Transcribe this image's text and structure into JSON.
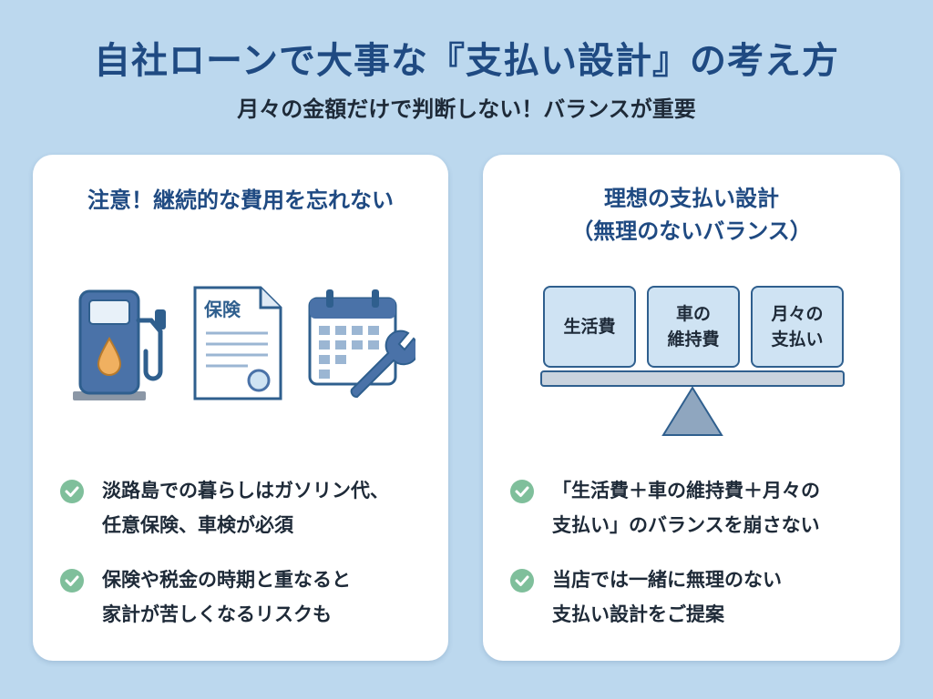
{
  "header": {
    "title": "自社ローンで大事な『支払い設計』の考え方",
    "subtitle": "月々の金額だけで判断しない！バランスが重要"
  },
  "left_card": {
    "title": "注意！継続的な費用を忘れない",
    "icons": [
      {
        "icon": "fuel-pump-icon"
      },
      {
        "icon": "insurance-document-icon",
        "label": "保険"
      },
      {
        "icon": "calendar-wrench-icon"
      }
    ],
    "bullets": [
      "淡路島での暮らしはガソリン代、\n任意保険、車検が必須",
      "保険や税金の時期と重なると\n家計が苦しくなるリスクも"
    ]
  },
  "right_card": {
    "title": "理想の支払い設計\n（無理のないバランス）",
    "balance_items": [
      "生活費",
      "車の\n維持費",
      "月々の\n支払い"
    ],
    "bullets": [
      "「生活費＋車の維持費＋月々の\n支払い」のバランスを崩さない",
      "当店では一緒に無理のない\n支払い設計をご提案"
    ]
  },
  "colors": {
    "background": "#bcd8ee",
    "title": "#1f4a82",
    "card": "#ffffff",
    "check": "#7fbf9b",
    "icon_blue": "#4a72a8",
    "drop": "#f0b060"
  }
}
